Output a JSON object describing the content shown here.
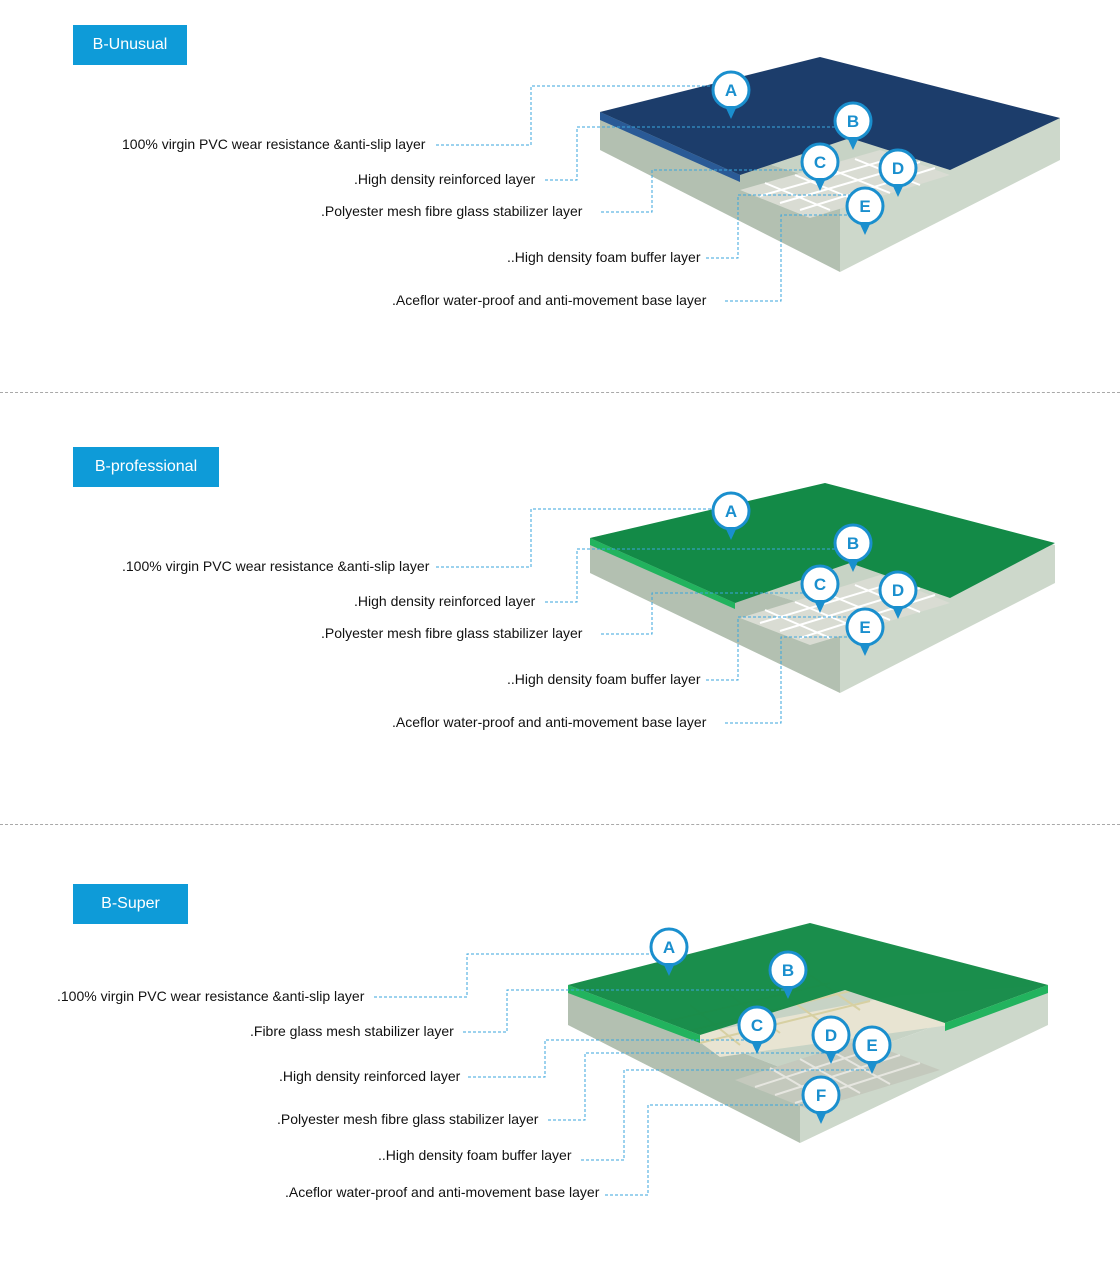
{
  "colors": {
    "accent": "#0e9bd8",
    "marker": "#1a8fce",
    "leader": "#3aa6dd",
    "navy_surface": "#1c3d6b",
    "green_surface": "#138a47",
    "base": "#c9d6c9"
  },
  "sections": [
    {
      "title": "B-Unusual",
      "surface": "navy",
      "labels": [
        "100% virgin PVC wear resistance &anti-slip layer",
        ".High density reinforced layer",
        ".Polyester mesh fibre glass stabilizer layer",
        "..High density foam buffer layer",
        ".Aceflor water-proof and anti-movement base layer"
      ],
      "markers": [
        "A",
        "B",
        "C",
        "D",
        "E"
      ]
    },
    {
      "title": "B-professional",
      "surface": "green",
      "labels": [
        ".100% virgin PVC wear resistance &anti-slip layer",
        ".High density reinforced layer",
        ".Polyester mesh fibre glass stabilizer layer",
        "..High density foam buffer layer",
        ".Aceflor water-proof and anti-movement base layer"
      ],
      "markers": [
        "A",
        "B",
        "C",
        "D",
        "E"
      ]
    },
    {
      "title": "B-Super",
      "surface": "green",
      "labels": [
        ".100% virgin PVC wear resistance &anti-slip layer",
        ".Fibre glass mesh stabilizer layer",
        ".High density reinforced layer",
        ".Polyester mesh fibre glass stabilizer layer",
        "..High density foam buffer layer",
        ".Aceflor water-proof and anti-movement base layer"
      ],
      "markers": [
        "A",
        "B",
        "C",
        "D",
        "E",
        "F"
      ]
    }
  ]
}
